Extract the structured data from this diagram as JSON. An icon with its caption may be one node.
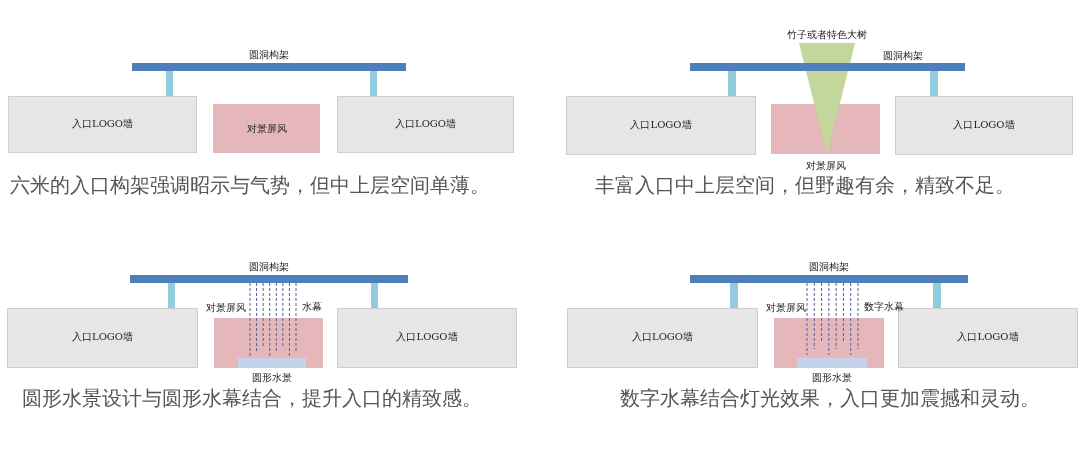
{
  "diagram": {
    "nodes": [
      {
        "text": [
          "圆洞构架"
        ]
      },
      {
        "text": [
          "入口LOGO墙"
        ]
      },
      {
        "text": [
          "对景屏风"
        ]
      },
      {
        "text": [
          "入口LOGO墙"
        ]
      },
      {
        "text": [
          "竹子或者特色大树"
        ]
      },
      {
        "text": [
          "圆洞构架"
        ]
      },
      {
        "text": [
          "入口LOGO墙"
        ]
      },
      {
        "text": [
          "对景屏风"
        ]
      },
      {
        "text": [
          "入口LOGO墙"
        ]
      },
      {
        "text": [
          "圆洞构架"
        ]
      },
      {
        "text": [
          "入口LOGO墙"
        ]
      },
      {
        "text": [
          "对景屏风"
        ]
      },
      {
        "text": [
          "圆形水景"
        ],
        "in": 11
      },
      {
        "text": [
          "水幕"
        ]
      },
      {
        "text": [
          "入口LOGO墙"
        ]
      },
      {
        "text": [
          "圆洞构架"
        ]
      },
      {
        "text": [
          "入口LOGO墙"
        ]
      },
      {
        "text": [
          "对景屏风"
        ]
      },
      {
        "text": [
          "圆形水景"
        ],
        "in": 17
      },
      {
        "text": [
          "数字水幕"
        ]
      },
      {
        "text": [
          "入口LOGO墙"
        ]
      }
    ],
    "labels": [
      "六米的入口构架强调昭示与气势，但中上层空间单薄。",
      "丰富入口中上层空间，但野趣有余，精致不足。",
      "圆形水景设计与圆形水幕结合，提升入口的精致感。",
      "数字水幕结合灯光效果，入口更加震撼和灵动。"
    ]
  }
}
